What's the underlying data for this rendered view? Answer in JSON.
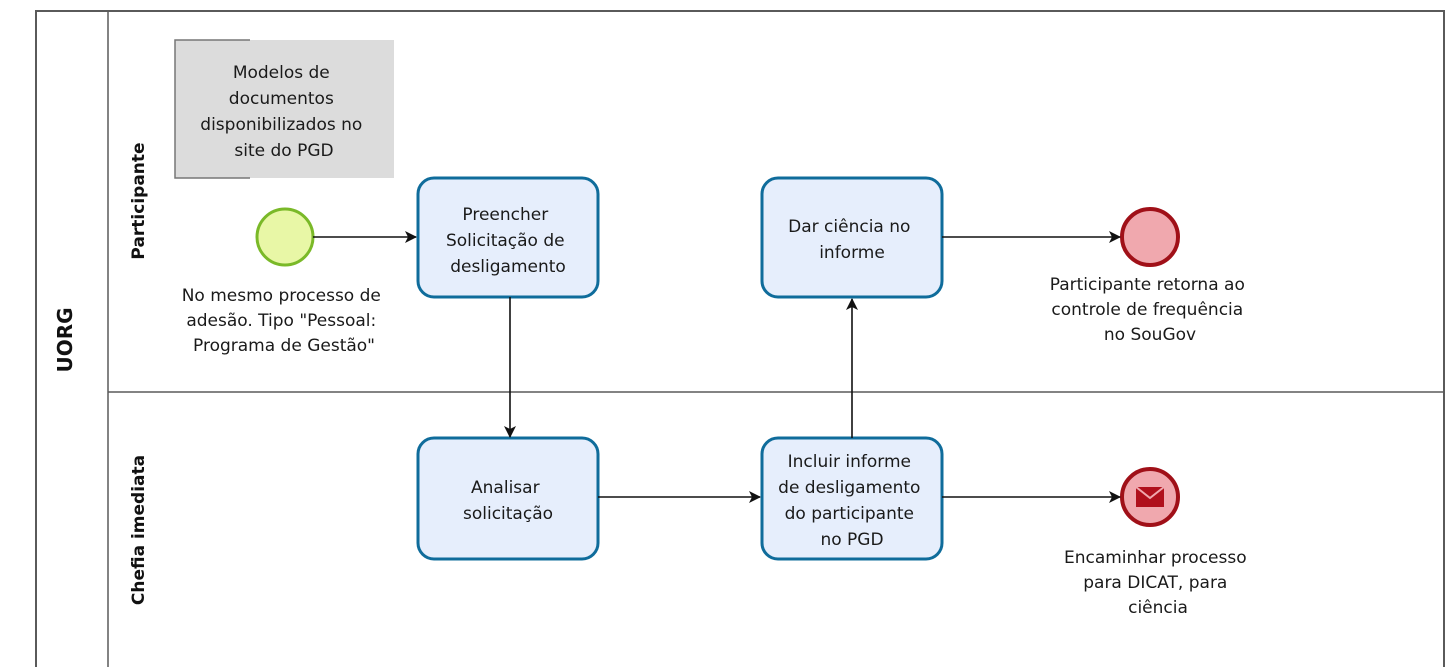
{
  "pool": {
    "title": "UORG"
  },
  "lanes": {
    "participante": {
      "title": "Participante"
    },
    "chefia": {
      "title": "Chefia imediata"
    }
  },
  "annotation": {
    "lines": [
      "Modelos de",
      "documentos",
      "disponibilizados no",
      "site do PGD"
    ]
  },
  "start_event": {
    "label_lines": [
      "No mesmo processo de",
      "adesão. Tipo \"Pessoal:",
      "Programa de Gestão\""
    ]
  },
  "tasks": {
    "preencher": {
      "lines": [
        "Preencher",
        "Solicitação de",
        "desligamento"
      ]
    },
    "dar_ciencia": {
      "lines": [
        "Dar ciência no",
        "informe"
      ]
    },
    "analisar": {
      "lines": [
        "Analisar",
        "solicitação"
      ]
    },
    "incluir": {
      "lines": [
        "Incluir informe",
        "de desligamento",
        "do participante",
        "no PGD"
      ]
    }
  },
  "end_event_participante": {
    "label_lines": [
      "Participante retorna ao",
      "controle de frequência",
      "no SouGov"
    ]
  },
  "end_event_message": {
    "icon": "envelope-icon",
    "label_lines": [
      "Encaminhar processo",
      "para DICAT, para",
      "ciência"
    ]
  },
  "colors": {
    "task_fill": "#e6eefc",
    "task_stroke": "#0f6c9b",
    "start_fill": "#e8f7a6",
    "start_stroke": "#7ab928",
    "end_fill": "#f0a8ae",
    "end_stroke": "#a01018",
    "annotation_fill": "#dcdcdc"
  }
}
